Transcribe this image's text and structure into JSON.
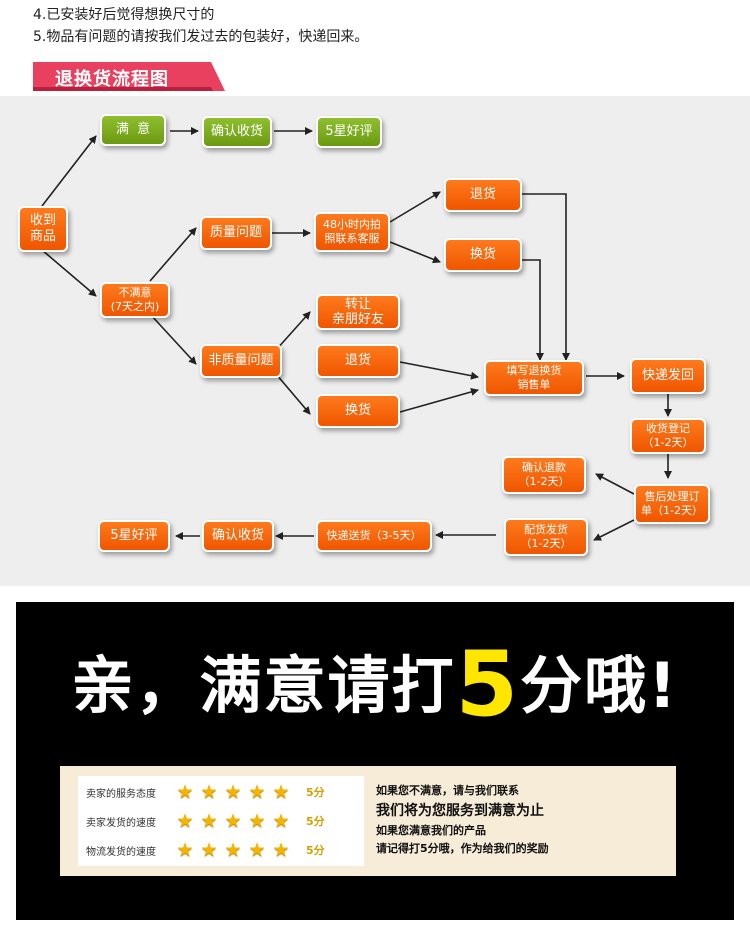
{
  "notes": [
    "4.已安装好后觉得想换尺寸的",
    "5.物品有问题的请按我们发过去的包装好，快递回来。"
  ],
  "section_title": "退换货流程图",
  "flow": {
    "received": [
      "收到",
      "商品"
    ],
    "satisfied": "满  意",
    "confirm_receipt_top": "确认收货",
    "five_star_top": "5星好评",
    "unsatisfied": [
      "不满意",
      "(7天之内)"
    ],
    "quality_issue": "质量问题",
    "photo_contact": [
      "48小时内拍",
      "照联系客服"
    ],
    "refund_top": "退货",
    "exchange_top": "换货",
    "non_quality_issue": "非质量问题",
    "transfer_friend": [
      "转让",
      "亲朋好友"
    ],
    "refund_mid": "退货",
    "exchange_mid": "换货",
    "fill_form": [
      "填写退换货",
      "销售单"
    ],
    "express_back": "快递发回",
    "receive_register": [
      "收货登记",
      "（1-2天）"
    ],
    "after_sales": [
      "售后处理订",
      "单（1-2天）"
    ],
    "confirm_refund": [
      "确认退款",
      "（1-2天）"
    ],
    "ship_goods": [
      "配货发货",
      "（1-2天）"
    ],
    "express_delivery": "快递送货（3-5天）",
    "confirm_receipt_bottom": "确认收货",
    "five_star_bottom": "5星好评"
  },
  "banner": {
    "slogan_before": "亲，满意请打",
    "slogan_number": "5",
    "slogan_after": "分哦!",
    "ratings": [
      {
        "label": "卖家的服务态度",
        "stars": 5,
        "score": "5分"
      },
      {
        "label": "卖家发货的速度",
        "stars": 5,
        "score": "5分"
      },
      {
        "label": "物流发货的速度",
        "stars": 5,
        "score": "5分"
      }
    ],
    "star_glyph": "★",
    "message": [
      "如果您不满意，请与我们联系",
      "我们将为您服务到满意为止",
      "如果您满意我们的产品",
      "请记得打5分哦，作为给我们的奖励"
    ]
  },
  "colors": {
    "orange": "#f26300",
    "green": "#7aa81e",
    "title_pink": "#e8405e",
    "star": "#f5b400",
    "slogan_five": "#ffe600"
  }
}
